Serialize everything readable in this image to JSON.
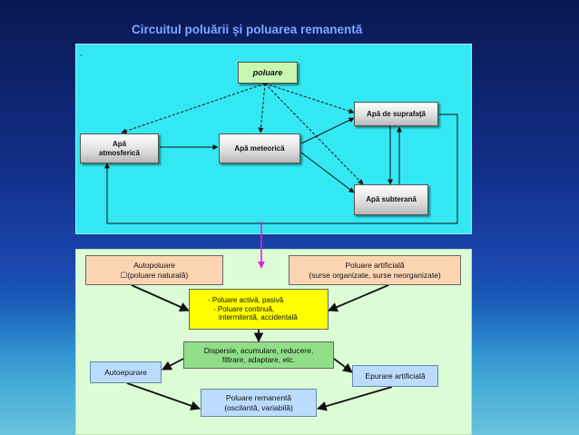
{
  "title": "Circuitul poluării şi poluarea remanentă",
  "panel_top": {
    "corner_mark": "-",
    "nodes": {
      "poluare": "poluare",
      "apa_atmosferica_1": "Apă",
      "apa_atmosferica_2": "atmosferică",
      "apa_meteorica": "Apă meteorică",
      "apa_suprafata": "Apă de suprafaţă",
      "apa_subterana": "Apă subterană"
    }
  },
  "panel_bottom": {
    "nodes": {
      "autopoluare_1": "Autopoluare",
      "autopoluare_2": "(poluare naturală)",
      "poluare_artificiala_1": "Poluare artificială",
      "poluare_artificiala_2": "(surse organizate, surse neorganizate)",
      "poluare_activa_1": "-    Poluare activă, pasivă",
      "poluare_activa_2": "-    Poluare continuă,",
      "poluare_activa_3": "intermitentă, accidentală",
      "dispersie_1": "Dispersie, acumulare, reducere,",
      "dispersie_2": "filtrare, adaptare, etc.",
      "autoepurare": "Autoepurare",
      "epurare_artificiala": "Epurare artificială",
      "poluare_remanenta_1": "Poluare remanentă",
      "poluare_remanenta_2": "(oscilantă, variabilă)"
    }
  },
  "colors": {
    "title": "#7fa6ff",
    "panel_top_bg": "#33e8f3",
    "panel_bottom_bg": "#dcfcd6",
    "connector_arrow": "#e020e0"
  }
}
